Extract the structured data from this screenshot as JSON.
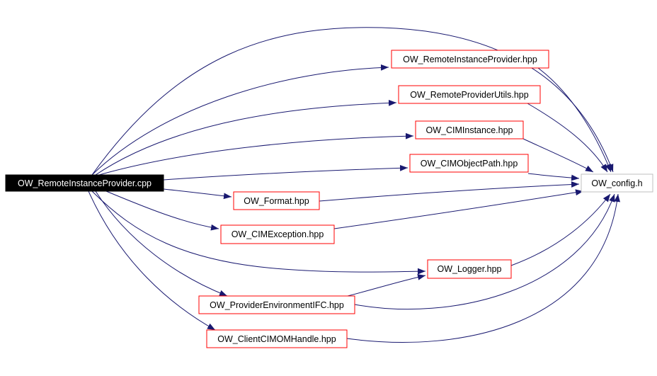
{
  "colors": {
    "edge": "#191970",
    "external_border": "#ff0000",
    "config_border": "#bfbfbf",
    "root_fill": "#000000",
    "root_text": "#ffffff"
  },
  "nodes": {
    "root": "OW_RemoteInstanceProvider.cpp",
    "remote_instance_provider_hpp": "OW_RemoteInstanceProvider.hpp",
    "remote_provider_utils_hpp": "OW_RemoteProviderUtils.hpp",
    "cim_instance_hpp": "OW_CIMInstance.hpp",
    "cim_object_path_hpp": "OW_CIMObjectPath.hpp",
    "config_h": "OW_config.h",
    "format_hpp": "OW_Format.hpp",
    "cim_exception_hpp": "OW_CIMException.hpp",
    "logger_hpp": "OW_Logger.hpp",
    "provider_environment_ifc_hpp": "OW_ProviderEnvironmentIFC.hpp",
    "client_cimom_handle_hpp": "OW_ClientCIMOMHandle.hpp"
  },
  "edges": [
    [
      "root",
      "remote_instance_provider_hpp"
    ],
    [
      "root",
      "remote_provider_utils_hpp"
    ],
    [
      "root",
      "cim_instance_hpp"
    ],
    [
      "root",
      "cim_object_path_hpp"
    ],
    [
      "root",
      "config_h"
    ],
    [
      "root",
      "format_hpp"
    ],
    [
      "root",
      "cim_exception_hpp"
    ],
    [
      "root",
      "logger_hpp"
    ],
    [
      "root",
      "provider_environment_ifc_hpp"
    ],
    [
      "root",
      "client_cimom_handle_hpp"
    ],
    [
      "remote_instance_provider_hpp",
      "config_h"
    ],
    [
      "remote_provider_utils_hpp",
      "config_h"
    ],
    [
      "cim_instance_hpp",
      "config_h"
    ],
    [
      "cim_object_path_hpp",
      "config_h"
    ],
    [
      "format_hpp",
      "config_h"
    ],
    [
      "cim_exception_hpp",
      "config_h"
    ],
    [
      "logger_hpp",
      "config_h"
    ],
    [
      "provider_environment_ifc_hpp",
      "config_h"
    ],
    [
      "provider_environment_ifc_hpp",
      "logger_hpp"
    ],
    [
      "client_cimom_handle_hpp",
      "config_h"
    ]
  ]
}
